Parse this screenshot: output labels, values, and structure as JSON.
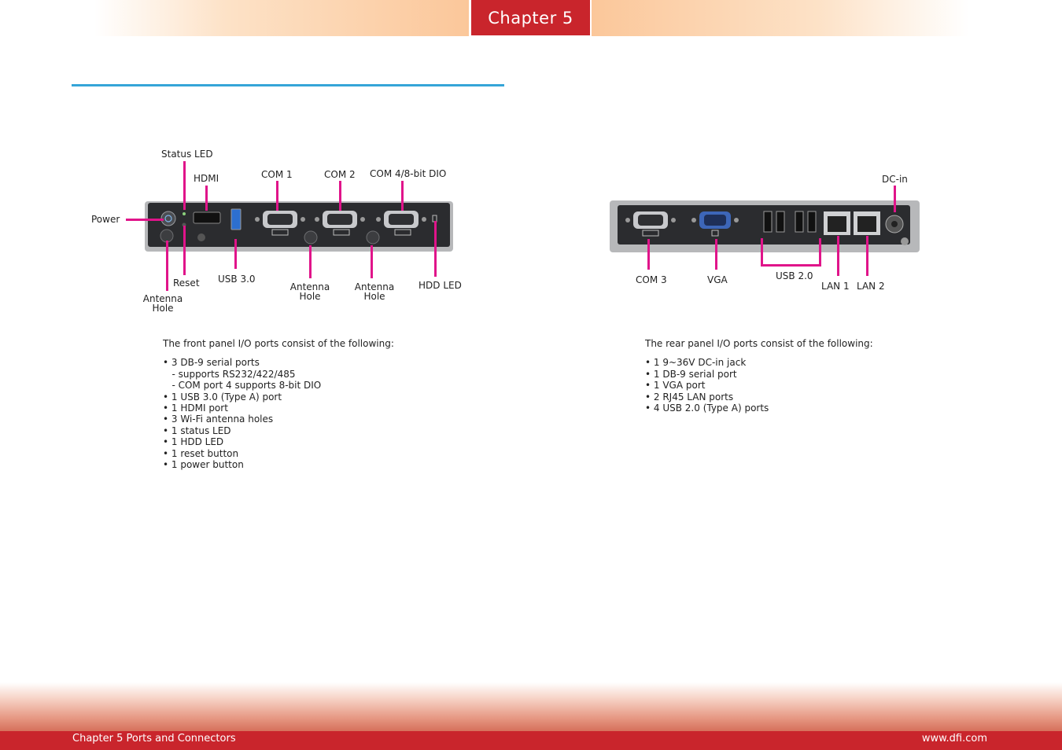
{
  "header": {
    "chapter_label": "Chapter 5"
  },
  "front_panel": {
    "labels": {
      "status_led": "Status LED",
      "hdmi": "HDMI",
      "com1": "COM 1",
      "com2": "COM 2",
      "com4": "COM 4/8-bit DIO",
      "power": "Power",
      "reset": "Reset",
      "usb30": "USB 3.0",
      "antenna1_line1": "Antenna",
      "antenna1_line2": "Hole",
      "antenna2_line1": "Antenna",
      "antenna2_line2": "Hole",
      "antenna3_line1": "Antenna",
      "antenna3_line2": "Hole",
      "hdd_led": "HDD LED"
    },
    "intro": "The front panel I/O ports consist of the following:",
    "items": [
      "• 3 DB-9 serial ports",
      "   - supports RS232/422/485",
      "   - COM port 4 supports 8-bit DIO",
      "• 1 USB 3.0 (Type A) port",
      "• 1 HDMI port",
      "• 3 Wi-Fi antenna holes",
      "• 1 status LED",
      "• 1 HDD LED",
      "• 1 reset button",
      "• 1 power button"
    ]
  },
  "rear_panel": {
    "labels": {
      "dcin": "DC-in",
      "com3": "COM 3",
      "vga": "VGA",
      "usb20": "USB 2.0",
      "lan1": "LAN 1",
      "lan2": "LAN 2"
    },
    "intro": "The rear panel I/O ports consist of the following:",
    "items": [
      "• 1 9~36V DC-in jack",
      "• 1 DB-9 serial port",
      "• 1 VGA port",
      "• 2 RJ45 LAN ports",
      "• 4 USB 2.0 (Type A) ports"
    ]
  },
  "footer": {
    "left": "Chapter 5 Ports and Connectors",
    "right": "www.dfi.com"
  }
}
